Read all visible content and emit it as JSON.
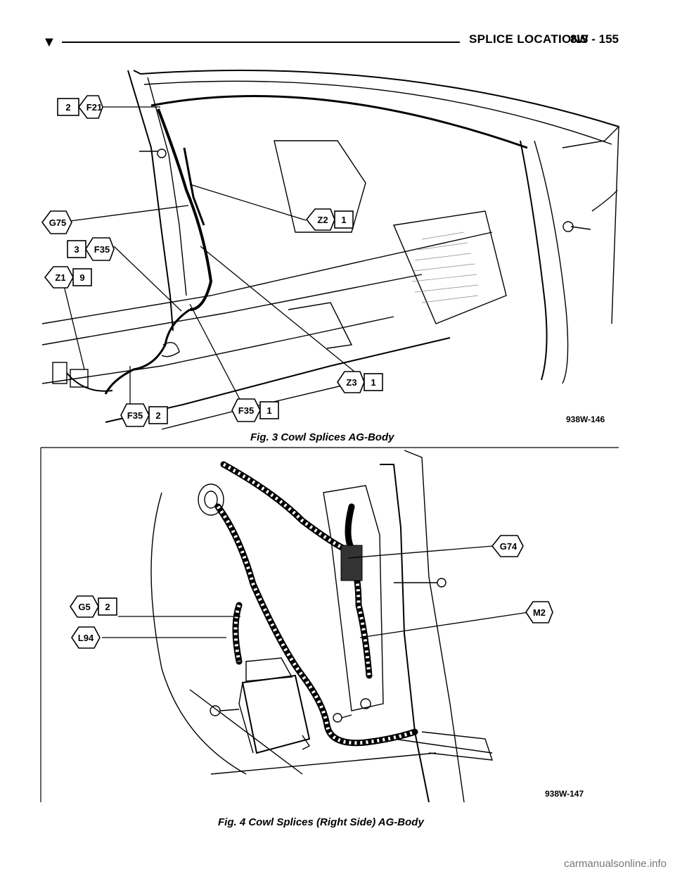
{
  "header": {
    "section_title": "SPLICE LOCATIONS",
    "page_number": "8W - 155"
  },
  "figure3": {
    "caption": "Fig. 3 Cowl Splices AG-Body",
    "code": "938W-146",
    "callouts": {
      "f21": {
        "num": "2",
        "code": "F21"
      },
      "g75": {
        "code": "G75"
      },
      "z2": {
        "code": "Z2",
        "num": "1"
      },
      "f35_3": {
        "num": "3",
        "code": "F35"
      },
      "z1": {
        "code": "Z1",
        "num": "9"
      },
      "z3": {
        "code": "Z3",
        "num": "1"
      },
      "f35_2": {
        "code": "F35",
        "num": "2"
      },
      "f35_1": {
        "code": "F35",
        "num": "1"
      }
    }
  },
  "figure4": {
    "caption": "Fig. 4 Cowl Splices (Right Side) AG-Body",
    "code": "938W-147",
    "callouts": {
      "g74": {
        "code": "G74"
      },
      "g5": {
        "code": "G5",
        "num": "2"
      },
      "m2": {
        "code": "M2"
      },
      "l94": {
        "code": "L94"
      }
    }
  },
  "watermark": "carmanualsonline.info"
}
